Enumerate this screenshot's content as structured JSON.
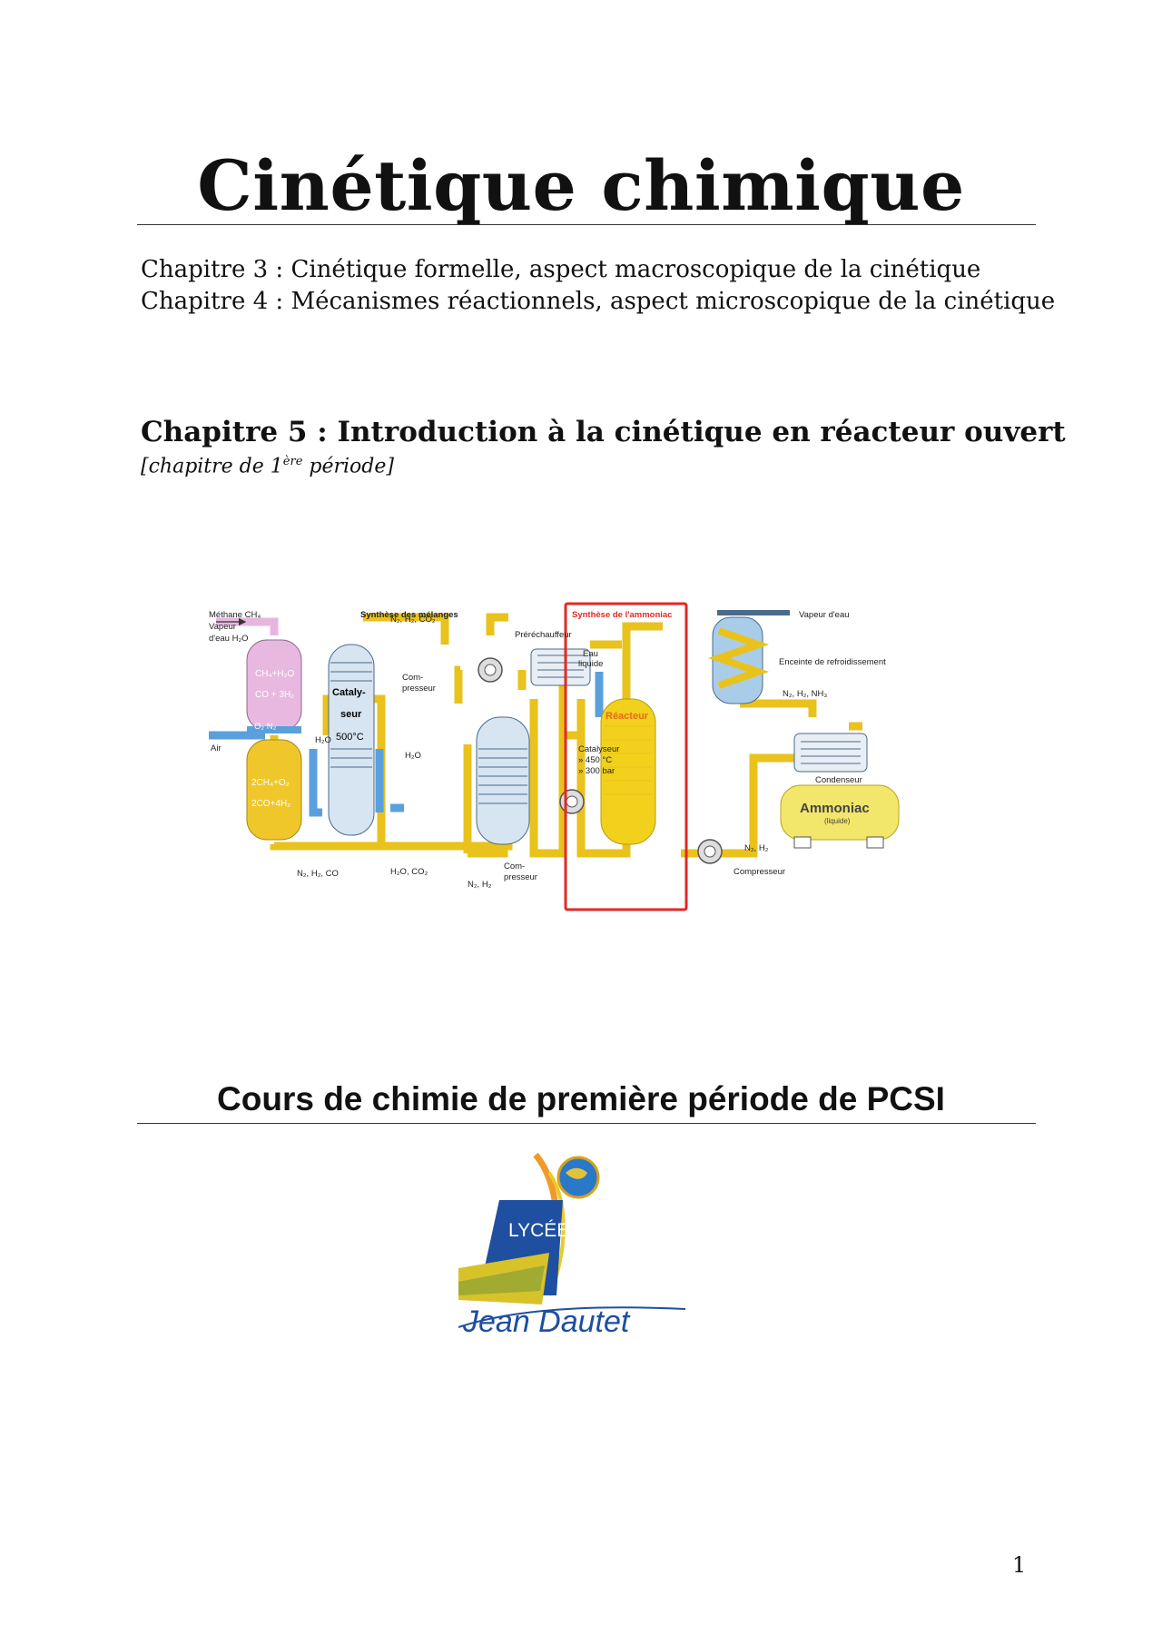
{
  "title": "Cinétique chimique",
  "chapters": {
    "ch3": "Chapitre 3 : Cinétique formelle, aspect macroscopique de la cinétique",
    "ch4": "Chapitre 4 : Mécanismes réactionnels, aspect microscopique de la cinétique",
    "ch5_title": "Chapitre 5 : Introduction à la cinétique en réacteur ouvert",
    "ch5_note_before": "[chapitre de 1",
    "ch5_note_sup": "ère",
    "ch5_note_after": " période]"
  },
  "diagram": {
    "section_mix": "Synthèse des mélanges",
    "section_ammonia": "Synthèse de l'ammoniac",
    "methane": "Méthane CH₄",
    "vapeur": "Vapeur",
    "eau_h2o": "d'eau H₂O",
    "reaction1_top": "CH₄+H₂O",
    "reaction1_bottom": "CO + 3H₂",
    "o2n2": "O₂ N₂",
    "air": "Air",
    "reaction2_top": "2CH₄+O₂",
    "reaction2_bottom": "2CO+4H₂",
    "h2o_1": "H₂O",
    "catalyseur_1": "Cataly-",
    "catalyseur_2": "seur",
    "temp": "500°C",
    "n2h2co": "N₂, H₂, CO",
    "n2h2co2": "N₂, H₂, CO₂",
    "compresseur_a1": "Com-",
    "compresseur_a2": "presseur",
    "h2o_2": "H₂O",
    "h2oco2": "H₂O, CO₂",
    "n2h2_1": "N₂, H₂",
    "prechauffeur": "Préréchauffeur",
    "eau": "Eau",
    "liquide": "liquide",
    "reacteur": "Réacteur",
    "catalyseur_r": "Catalyseur",
    "temp_r": "» 450 °C",
    "pressure_r": "» 300 bar",
    "compresseur_b1": "Com-",
    "compresseur_b2": "presseur",
    "vapeur_eau": "Vapeur d'eau",
    "enceinte": "Enceinte de refroidissement",
    "n2h2nh3": "N₂, H₂, NH₃",
    "condenseur": "Condenseur",
    "ammoniac": "Ammoniac",
    "liquide_small": "(liquide)",
    "n2h2_2": "N₂, H₂",
    "compresseur_c": "Compresseur"
  },
  "course": "Cours de chimie de première période de PCSI",
  "logo": {
    "lycee": "LYCÉE",
    "signature": "Jean Dautet"
  },
  "page_number": "1"
}
